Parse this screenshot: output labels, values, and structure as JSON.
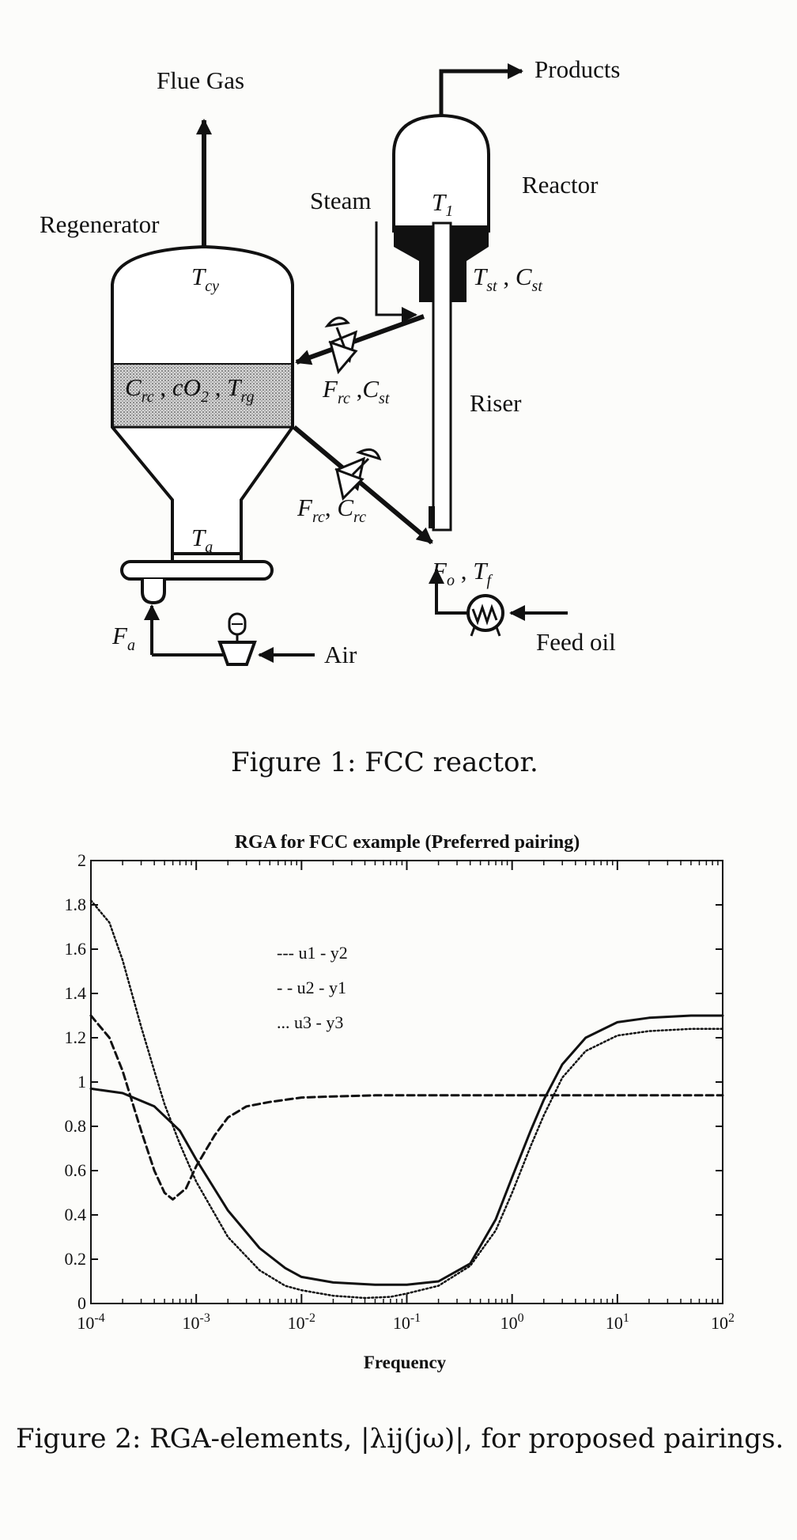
{
  "figure1": {
    "labels": {
      "flue_gas": "Flue Gas",
      "products": "Products",
      "reactor": "Reactor",
      "steam": "Steam",
      "regenerator": "Regenerator",
      "riser": "Riser",
      "air": "Air",
      "feed_oil": "Feed oil",
      "t1": "T",
      "t1_sub": "1",
      "tcy": "T",
      "tcy_sub": "cy",
      "tst": "T",
      "tst_sub": "st",
      "cst": "C",
      "cst_sub": "st",
      "frc_top": "F",
      "frc_top_sub": "rc",
      "cst2": "C",
      "cst2_sub": "st",
      "bed_crc": "C",
      "bed_crc_sub": "rc",
      "bed_co2": "cO",
      "bed_co2_sub": "2",
      "bed_trg": "T",
      "bed_trg_sub": "rg",
      "frc_bot": "F",
      "frc_bot_sub": "rc",
      "crc_bot": "C",
      "crc_bot_sub": "rc",
      "ta": "T",
      "ta_sub": "a",
      "fo": "F",
      "fo_sub": "o",
      "tf": "T",
      "tf_sub": "f",
      "fa": "F",
      "fa_sub": "a",
      "sep": ","
    },
    "caption": "Figure 1: FCC reactor."
  },
  "chart_data": {
    "type": "line",
    "title": "RGA for FCC example (Preferred pairing)",
    "xlabel": "Frequency",
    "ylabel": "",
    "x_scale": "log",
    "xlim": [
      0.0001,
      100
    ],
    "ylim": [
      0,
      2
    ],
    "x_ticks": [
      {
        "base": "10",
        "exp": "-4",
        "value": 0.0001
      },
      {
        "base": "10",
        "exp": "-3",
        "value": 0.001
      },
      {
        "base": "10",
        "exp": "-2",
        "value": 0.01
      },
      {
        "base": "10",
        "exp": "-1",
        "value": 0.1
      },
      {
        "base": "10",
        "exp": "0",
        "value": 1
      },
      {
        "base": "10",
        "exp": "1",
        "value": 10
      },
      {
        "base": "10",
        "exp": "2",
        "value": 100
      }
    ],
    "y_ticks": [
      "0",
      "0.2",
      "0.4",
      "0.6",
      "0.8",
      "1",
      "1.2",
      "1.4",
      "1.6",
      "1.8",
      "2"
    ],
    "legend": {
      "placement": "upper-left",
      "entries": [
        "--- u1 - y2",
        "- - u2 - y1",
        "... u3 - y3"
      ]
    },
    "series": [
      {
        "style": "solid",
        "x": [
          0.0001,
          0.0002,
          0.0004,
          0.0007,
          0.001,
          0.002,
          0.004,
          0.007,
          0.01,
          0.02,
          0.05,
          0.1,
          0.2,
          0.4,
          0.7,
          1,
          1.5,
          2,
          3,
          5,
          10,
          20,
          50,
          100
        ],
        "y": [
          0.97,
          0.95,
          0.89,
          0.78,
          0.65,
          0.42,
          0.25,
          0.16,
          0.12,
          0.095,
          0.085,
          0.085,
          0.1,
          0.18,
          0.38,
          0.57,
          0.78,
          0.92,
          1.08,
          1.2,
          1.27,
          1.29,
          1.3,
          1.3
        ]
      },
      {
        "style": "dashed",
        "x": [
          0.0001,
          0.00015,
          0.0002,
          0.0003,
          0.0004,
          0.0005,
          0.0006,
          0.0008,
          0.001,
          0.0015,
          0.002,
          0.003,
          0.005,
          0.01,
          0.02,
          0.05,
          0.1,
          1,
          10,
          100
        ],
        "y": [
          1.3,
          1.2,
          1.05,
          0.78,
          0.6,
          0.5,
          0.47,
          0.52,
          0.62,
          0.76,
          0.84,
          0.89,
          0.91,
          0.93,
          0.935,
          0.94,
          0.94,
          0.94,
          0.94,
          0.94
        ]
      },
      {
        "style": "dotted",
        "x": [
          0.0001,
          0.00015,
          0.0002,
          0.0003,
          0.0004,
          0.0005,
          0.0007,
          0.001,
          0.002,
          0.004,
          0.007,
          0.01,
          0.02,
          0.04,
          0.07,
          0.1,
          0.2,
          0.4,
          0.7,
          1,
          1.5,
          2,
          3,
          5,
          10,
          20,
          50,
          100
        ],
        "y": [
          1.82,
          1.72,
          1.55,
          1.25,
          1.05,
          0.9,
          0.72,
          0.55,
          0.3,
          0.15,
          0.08,
          0.06,
          0.035,
          0.025,
          0.03,
          0.045,
          0.08,
          0.17,
          0.33,
          0.5,
          0.71,
          0.85,
          1.02,
          1.14,
          1.21,
          1.23,
          1.24,
          1.24
        ]
      }
    ]
  },
  "figure2": {
    "caption": "Figure 2: RGA-elements, |λij(jω)|, for proposed pairings."
  }
}
